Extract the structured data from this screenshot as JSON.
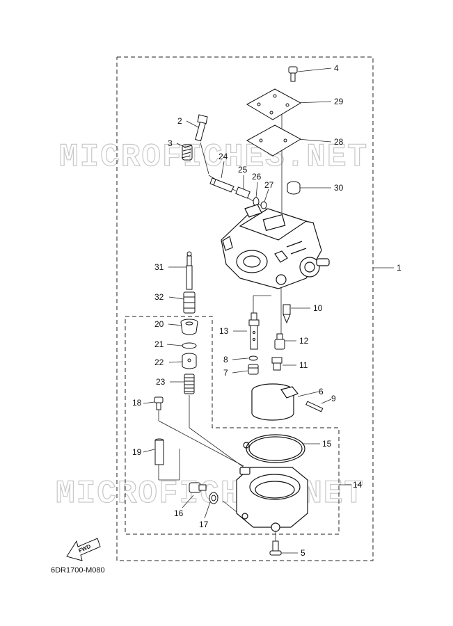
{
  "diagram_code": "6DR1700-M080",
  "watermark_text": "MICROFICHES.NET",
  "fwd_label": "FWD",
  "callouts": [
    "1",
    "2",
    "3",
    "4",
    "5",
    "6",
    "7",
    "8",
    "9",
    "10",
    "11",
    "12",
    "13",
    "14",
    "15",
    "16",
    "17",
    "18",
    "19",
    "20",
    "21",
    "22",
    "23",
    "24",
    "25",
    "26",
    "27",
    "28",
    "29",
    "30",
    "31",
    "32"
  ]
}
